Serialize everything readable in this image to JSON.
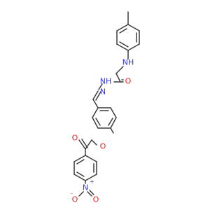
{
  "atoms": {
    "nh_amine": "NH",
    "o_amide": "O",
    "nh_hydrazide": "NH",
    "n_imine": "N",
    "o_ester_bridge": "O",
    "o_ester_carbonyl": "O",
    "n_nitro": "N",
    "n_nitro_charge": "+",
    "o_nitro_left": "O",
    "o_nitro_left_charge": "-",
    "o_nitro_right": "O"
  },
  "colors": {
    "carbon_bond": "#3c3c3c",
    "oxygen": "#ff1f1f",
    "nitrogen": "#3333ff",
    "background": "#ffffff"
  }
}
